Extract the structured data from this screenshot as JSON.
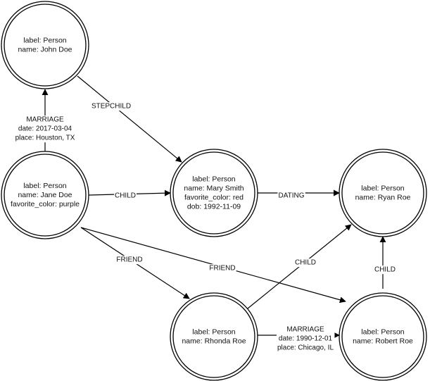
{
  "nodes": [
    {
      "id": "john",
      "lines": [
        "label: Person",
        "name: John Doe"
      ]
    },
    {
      "id": "jane",
      "lines": [
        "label: Person",
        "name: Jane Doe",
        "favorite_color: purple"
      ]
    },
    {
      "id": "mary",
      "lines": [
        "label: Person",
        "name: Mary Smith",
        "favorite_color: red",
        "dob: 1992-11-09"
      ]
    },
    {
      "id": "ryan",
      "lines": [
        "label: Person",
        "name: Ryan Roe"
      ]
    },
    {
      "id": "rhonda",
      "lines": [
        "label: Person",
        "name: Rhonda Roe"
      ]
    },
    {
      "id": "robert",
      "lines": [
        "label: Person",
        "name: Robert Roe"
      ]
    }
  ],
  "edges": [
    {
      "id": "marriage-jane-john",
      "from": "jane",
      "to": "john",
      "lines": [
        "MARRIAGE",
        "date: 2017-03-04",
        "place: Houston, TX"
      ]
    },
    {
      "id": "stepchild-john-mary",
      "from": "john",
      "to": "mary",
      "lines": [
        "STEPCHILD"
      ]
    },
    {
      "id": "child-jane-mary",
      "from": "jane",
      "to": "mary",
      "lines": [
        "CHILD"
      ]
    },
    {
      "id": "dating-mary-ryan",
      "from": "mary",
      "to": "ryan",
      "lines": [
        "DATING"
      ]
    },
    {
      "id": "friend-jane-rhonda",
      "from": "jane",
      "to": "rhonda",
      "lines": [
        "FRIEND"
      ]
    },
    {
      "id": "friend-jane-robert",
      "from": "jane",
      "to": "robert",
      "lines": [
        "FRIEND"
      ]
    },
    {
      "id": "child-rhonda-ryan",
      "from": "rhonda",
      "to": "ryan",
      "lines": [
        "CHILD"
      ]
    },
    {
      "id": "child-robert-ryan",
      "from": "robert",
      "to": "ryan",
      "lines": [
        "CHILD"
      ]
    },
    {
      "id": "marriage-rhonda-robert",
      "from": "rhonda",
      "to": "robert",
      "lines": [
        "MARRIAGE",
        "date: 1990-12-01",
        "place: Chicago, IL"
      ]
    }
  ]
}
